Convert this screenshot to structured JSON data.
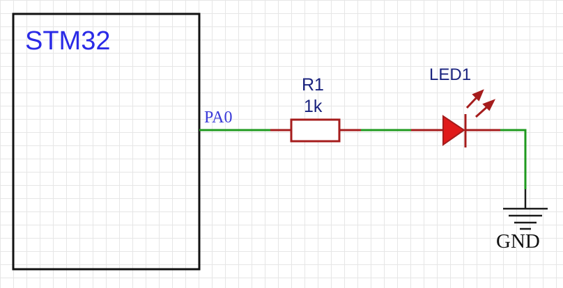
{
  "mcu": {
    "name": "STM32",
    "pin": "PA0"
  },
  "resistor": {
    "ref": "R1",
    "value": "1k"
  },
  "led": {
    "ref": "LED1"
  },
  "ground": {
    "label": "GND"
  },
  "colors": {
    "wire": "#1f9a1f",
    "component": "#a51c1c",
    "led_fill": "#e01a1a",
    "chip_outline": "#111111",
    "chip_text": "#2a2ae6",
    "label_text": "#1a237e",
    "grid": "#e6e6e6"
  }
}
